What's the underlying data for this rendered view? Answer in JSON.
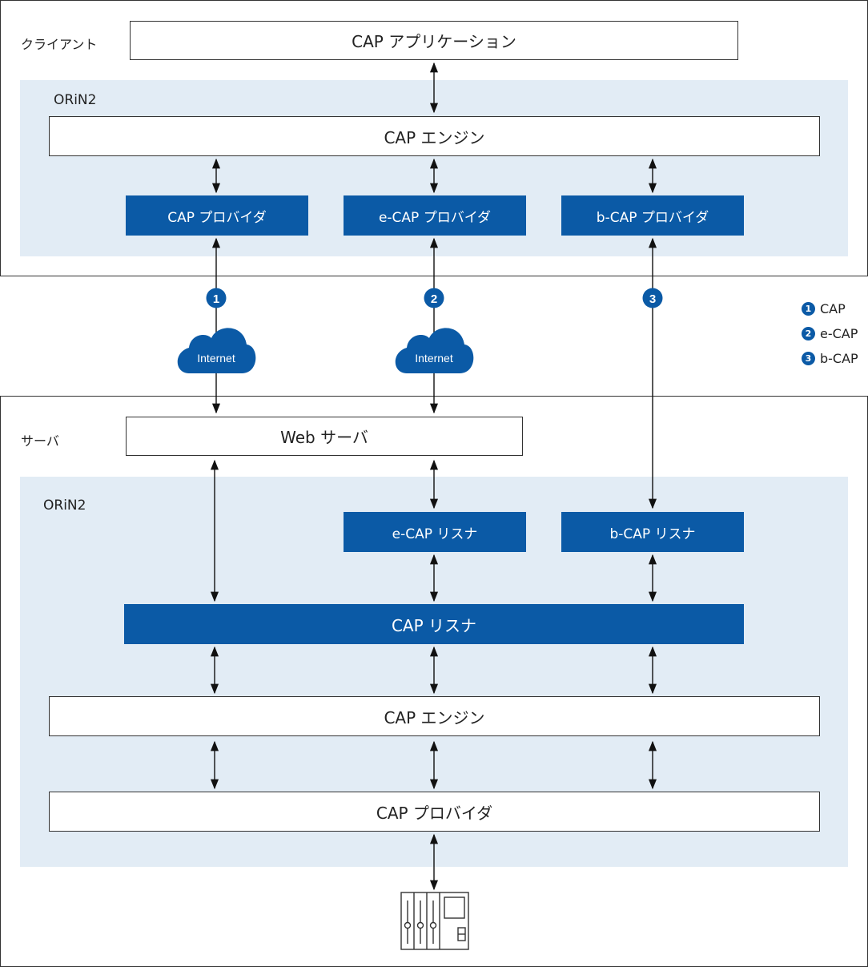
{
  "client": {
    "label": "クライアント",
    "app_box": "CAP アプリケーション",
    "orin_label": "ORiN2",
    "engine": "CAP エンジン",
    "providers": [
      "CAP プロバイダ",
      "e-CAP プロバイダ",
      "b-CAP プロバイダ"
    ]
  },
  "network": {
    "markers": [
      "1",
      "2",
      "3"
    ],
    "cloud_label": "Internet"
  },
  "legend": [
    {
      "num": "1",
      "label": "CAP"
    },
    {
      "num": "2",
      "label": "e-CAP"
    },
    {
      "num": "3",
      "label": "b-CAP"
    }
  ],
  "server": {
    "label": "サーバ",
    "web_server": "Web サーバ",
    "orin_label": "ORiN2",
    "listeners": [
      "e-CAP リスナ",
      "b-CAP リスナ"
    ],
    "cap_listener": "CAP リスナ",
    "engine": "CAP エンジン",
    "provider": "CAP プロバイダ"
  },
  "colors": {
    "accent": "#0b5aa6",
    "shade": "#e2ecf5"
  },
  "icons": {
    "device": "controller-device-icon",
    "cloud": "cloud-icon"
  }
}
